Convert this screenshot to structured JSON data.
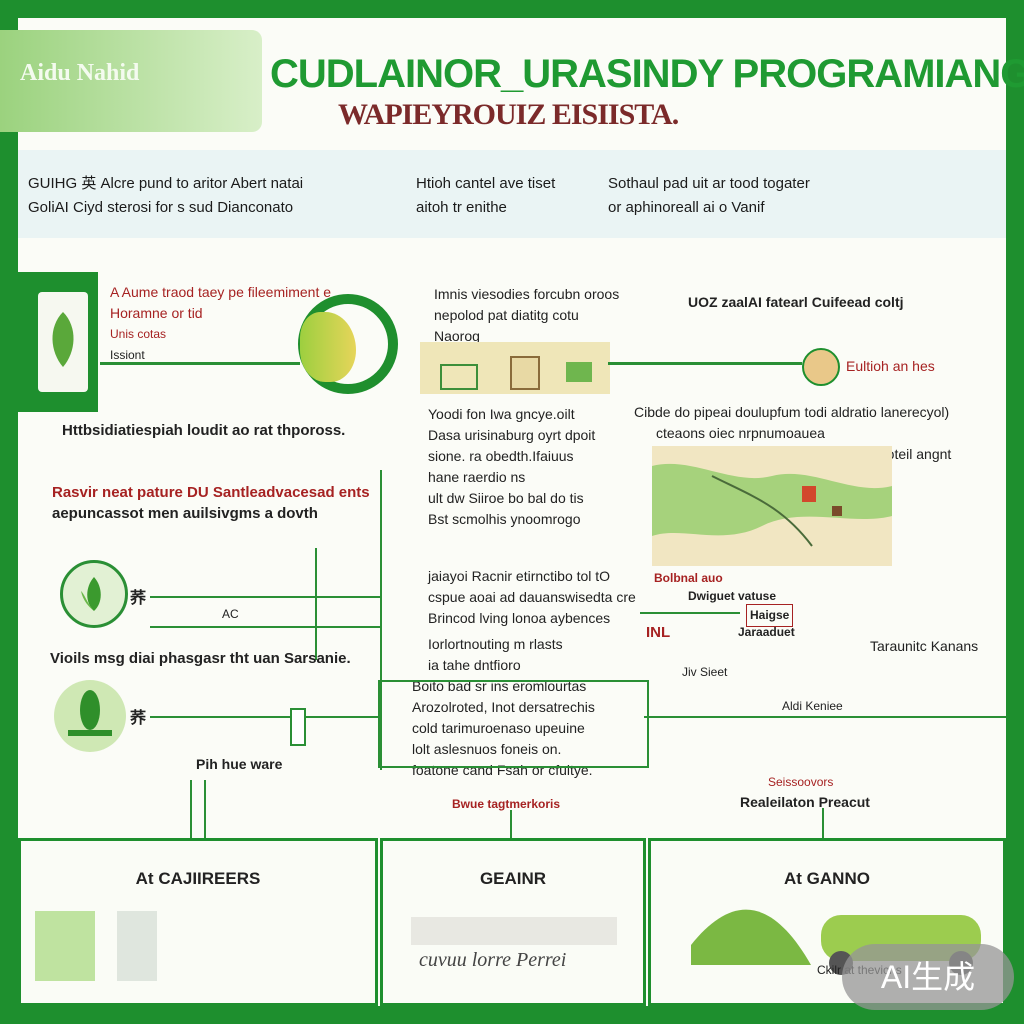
{
  "header": {
    "badge": "Aidu Nahid",
    "title": "CUDLAINOR_URASINDY PROGRAMIANG",
    "subtitle": "WAPIEYROUIZ EISIISTA."
  },
  "intro": {
    "col1_line1": "GUIHG 英 Alcre pund to aritor Abert natai",
    "col1_line2": "GoliAI Ciyd sterosi for s sud Dianconato",
    "col2_line1": "Htioh cantel ave tiset",
    "col2_line2": "aitoh tr enithe",
    "col3_line1": "Sothaul pad uit ar tood togater",
    "col3_line2": "or aphinoreall ai o Vanif"
  },
  "left": {
    "top_line1": "A Aume traod taey pe fileemiment e",
    "top_line2": "Horamne or tid",
    "top_line3": "Unis cotas",
    "top_line4": "Issiont",
    "caption1": "Httbsidiatiespiah loudit ao rat thpoross.",
    "mid_line1": "Rasvir neat pature DU Santleadvacesad ents",
    "mid_line2": "aepuncassot men auilsivgms a dovth",
    "node1": "荞",
    "node1_sub": "AC",
    "caption2": "Vioils msg diai phasgasr tht uan Sarsanie.",
    "node2": "荞",
    "footnote": "Pih hue  ware"
  },
  "center": {
    "block1": [
      "Imnis viesodies forcubn oroos",
      "nepolod pat diatitg cotu",
      "Naorog"
    ],
    "block2": [
      "Yoodi fon  Iwa gncye.oilt",
      "Dasa  urisinaburg  oyrt dpoit",
      "sione. ra obedth.Ifaiuus",
      "hane   raerdio ns",
      "ult dw Siiroe bo bal do tis",
      "Bst  scmolhis ynoomrogo"
    ],
    "block3": [
      "jaiayoi  Racnir etirnctibo tol tO",
      "cspue aoai ad dauanswisedta cre",
      "Brincod lving lonoa aybences"
    ],
    "block4": [
      "Iorlortnouting m rlasts",
      "ia tahe dntfioro"
    ],
    "block5": [
      "Boito bad sr ins eromlourtas",
      "Arozolroted, Inot dersatrechis",
      "cold tarimuroenaso upeuine",
      "lolt aslesnuos foneis on.",
      "foatone cand Fsah or cfuitye."
    ]
  },
  "right": {
    "header": "UOZ zaalAI fatearl Cuifeead coltj",
    "person": "Eultioh an hes",
    "para": [
      "Cibde do pipeai doulupfum todi aldratio lanerecyol)",
      "cteaons oiec nrpnumoauea",
      "so oteil angnt"
    ],
    "tag1": "Bolbnal auo",
    "tag2": "Dwiguet vatuse",
    "tag3": "Haigse",
    "tag4": "INL",
    "tag5": "Taraunitc Kanans",
    "tag6": "Jaraaduet",
    "tag7": "Jiv Sieet",
    "tag8": "Aldi Keniee"
  },
  "lower": {
    "mid_label": "Bwue tagtmerkoris",
    "right_label1": "Seissoovors",
    "right_label2": "Realeilaton Preacut"
  },
  "panels": [
    {
      "label": "At CAJIIREERS"
    },
    {
      "label": "GEAINR",
      "script": "cuvuu lorre Perrei"
    },
    {
      "label": "At GANNO",
      "caption": "Ckilr at thevichs"
    }
  ],
  "watermark": "AI生成",
  "colors": {
    "frame": "#1e8f2e",
    "title": "#1f9a32",
    "accent_red": "#a62222"
  }
}
